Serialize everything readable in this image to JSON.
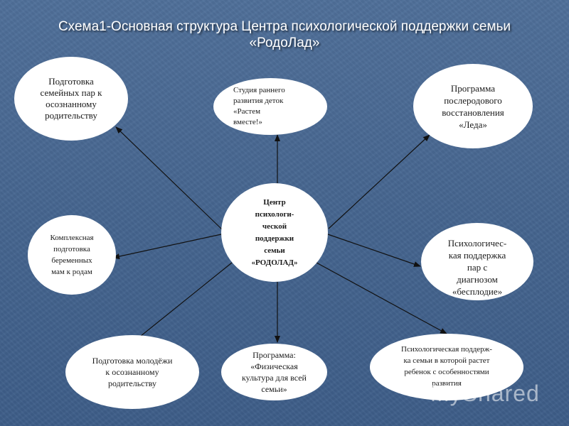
{
  "title": "Схема1-Основная структура Центра психологической поддержки семьи\n«РодоЛад»",
  "center": "Центр\nпсихологи-\nческой\nподдержки\nсемьи\n«РОДОЛАД»",
  "nodes": {
    "family_pairs": "Подготовка\nсемейных пар к\nосознанному\nродительству",
    "early_studio": "Студия раннего\nразвития деток\n«Растем\nвместе!»",
    "postnatal": "Программа\nпослеродового\nвосстановления\n«Леда»",
    "pregnant": "Комплексная\nподготовка\nбеременных\nмам к родам",
    "infertility": "Психологичес-\nкая поддержка\nпар с\nдиагнозом\n«бесплодие»",
    "youth": "Подготовка молодёжи\nк осознанному\nродительству",
    "physical": "Программа:\n«Физическая\nкультура для всей\nсемьи»",
    "special": "Психологическая поддерж-\nка семьи в которой растет\nребенок с особенностями\nразвития"
  },
  "watermark": "MyShared",
  "colors": {
    "background": "#47678f",
    "node": "#ffffff",
    "arrow": "#111111",
    "title": "#ffffff"
  }
}
